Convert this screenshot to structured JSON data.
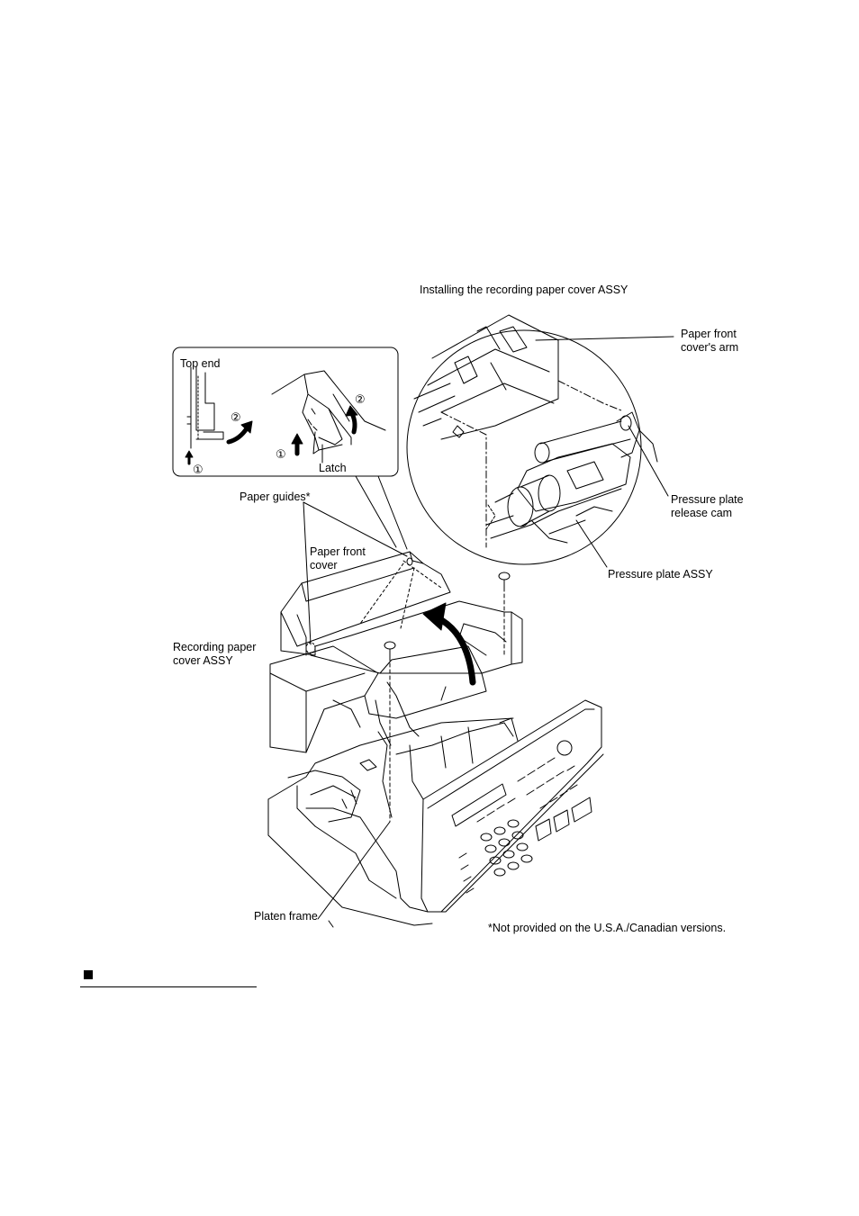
{
  "figure": {
    "inset_title": "Installing the recording paper cover ASSY",
    "labels": {
      "top_end": "Top end",
      "latch": "Latch",
      "paper_guides": "Paper guides*",
      "paper_front_cover_1": "Paper front",
      "paper_front_cover_2": "cover",
      "recording_paper_cover_1": "Recording paper",
      "recording_paper_cover_2": "cover ASSY",
      "platen_frame": "Platen frame",
      "paper_front_covers_arm_1": "Paper front",
      "paper_front_covers_arm_2": "cover's arm",
      "pressure_plate_release_cam_1": "Pressure plate",
      "pressure_plate_release_cam_2": "release cam",
      "pressure_plate_assy": "Pressure plate ASSY"
    },
    "step_markers": {
      "step1": "①",
      "step2": "②"
    },
    "footnote": "*Not provided on the U.S.A./Canadian versions."
  },
  "colors": {
    "line": "#000000",
    "background": "#ffffff"
  }
}
